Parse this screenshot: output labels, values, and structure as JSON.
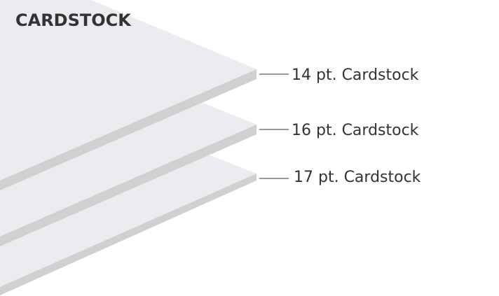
{
  "title": "CARDSTOCK",
  "layers": [
    {
      "label": "14 pt. Cardstock"
    },
    {
      "label": "16 pt. Cardstock"
    },
    {
      "label": "17 pt. Cardstock"
    }
  ],
  "colors": {
    "sheet_top": "#ebebf0",
    "sheet_edge": "#d0d0d0",
    "text": "#333333",
    "background": "#ffffff"
  }
}
